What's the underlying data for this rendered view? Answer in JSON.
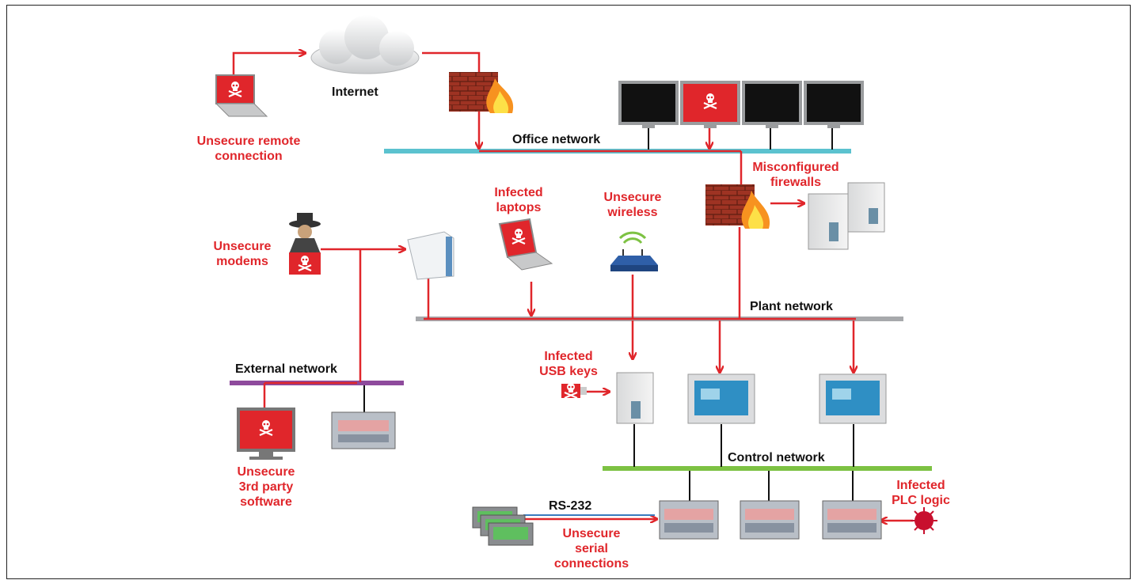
{
  "labels": {
    "internet": "Internet",
    "office_network": "Office network",
    "unsecure_remote_line1": "Unsecure remote",
    "unsecure_remote_line2": "connection",
    "misconfigured_line1": "Misconfigured",
    "misconfigured_line2": "firewalls",
    "infected_laptops_line1": "Infected",
    "infected_laptops_line2": "laptops",
    "unsecure_wireless_line1": "Unsecure",
    "unsecure_wireless_line2": "wireless",
    "unsecure_modems_line1": "Unsecure",
    "unsecure_modems_line2": "modems",
    "plant_network": "Plant network",
    "external_network": "External network",
    "infected_usb_line1": "Infected",
    "infected_usb_line2": "USB keys",
    "unsecure_3rd_line1": "Unsecure",
    "unsecure_3rd_line2": "3rd party",
    "unsecure_3rd_line3": "software",
    "control_network": "Control network",
    "infected_plc_line1": "Infected",
    "infected_plc_line2": "PLC logic",
    "rs232": "RS-232",
    "unsecure_serial_line1": "Unsecure",
    "unsecure_serial_line2": "serial",
    "unsecure_serial_line3": "connections"
  },
  "icons": [
    "cloud-icon",
    "laptop-icon",
    "firewall-icon",
    "monitor-icon",
    "server-icon",
    "hacker-icon",
    "modem-icon",
    "wireless-router-icon",
    "touch-panel-icon",
    "plc-icon",
    "usb-key-icon",
    "hmi-panel-icon",
    "virus-icon",
    "skull-crossbones-icon"
  ],
  "colors": {
    "threat_red": "#e0262b",
    "office_network": "#5bc2cf",
    "plant_network": "#a7a9ac",
    "external_network": "#8e4a9c",
    "control_network": "#7dc243",
    "text_black": "#111111"
  }
}
